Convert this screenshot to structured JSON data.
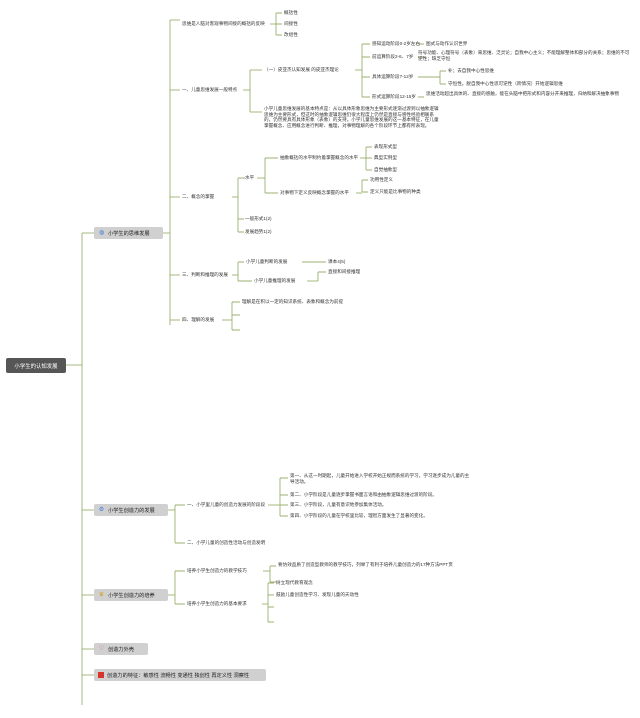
{
  "root": "小学生的认知发展",
  "branch1": {
    "title": "小学生的思维发展",
    "icon": "globe-icon",
    "intro": "思维是人脑对客观事物间接的概括的反映",
    "intro_items": [
      "概括性",
      "间接性",
      "改组性"
    ],
    "sec1": {
      "title": "一、儿童思维发展一般特点",
      "sub1": "（一）皮亚杰认知发展 的皮亚杰理论",
      "stages": [
        {
          "label": "感知运动阶段0-2岁左右",
          "desc": "图式与动作认识世界"
        },
        {
          "label": "前运算阶段2-6、7岁",
          "desc": "符号功能、心理符号（表象）来思维、泛灵论；自我中心主义；不能理解整体和部分的关系；思维的不可逆性；缺乏守恒"
        },
        {
          "label": "具体运算阶段7-12岁",
          "desc": [
            "补；去自我中心性思维",
            "守恒性。脱自我中心性思可逆性（跨情况）开始逻辑思维"
          ]
        },
        {
          "label": "形式运算阶段12-15岁",
          "desc": "思维活动超出具体的、直接的感触，能在头脑中把形式和内容分开来推理，归纳和解决抽象事物"
        }
      ],
      "paragraph": "小学儿童思维发展的基本特点是：从以具体形象思维为主要形式逐渐过渡到以抽象逻辑思维为主要形式，但这时的抽象逻辑思维仍很大程度上仍然是直接与感性经验相联系的，仍然要具有具体形象（表象）的支持。小学儿童思维发展的这一基本特征，在儿童掌握概念、应用概念进行判断、推理，对事物理解的各个阶段环节上都有所表现。"
    },
    "sec2": {
      "title": "二、概念的掌握",
      "level": "水平",
      "abstract": "抽象概括的水平制约着掌握概念的水平",
      "abstract_items": [
        "表现形式型",
        "典型实例型",
        "自觉抽象型"
      ],
      "definition": "对事物下定义反映概念掌握的水平",
      "definition_items": [
        "功用性定义",
        "定义只能是比事物的种类"
      ],
      "forms": [
        "一般形式1(2)",
        "发展趋势1(2)"
      ]
    },
    "sec3": {
      "title": "三、判断和推理的发展",
      "judge": "小学儿童判断的发展",
      "judge_item": "课本4(5)",
      "reason": "小学儿童推理的发展",
      "reason_item": "直接和间接推理"
    },
    "sec4": {
      "title": "四、理解的发展",
      "desc": "理解是在积以一定的知识系统、表象和概念为前提"
    }
  },
  "branch2": {
    "title": "小学生创造力的发展",
    "icon": "gear-icon",
    "sec1": "一、小学里儿童的创造力发展的阶段段",
    "stages": [
      "第一、从这一时期起，儿童开始进入学校开始正规而系统的学习，学习逐步成为儿童的主导活动。",
      "第二、小学阶段是儿童逐步掌握书面言语和由抽象逻辑思维过渡的阶段。",
      "第三、小学阶段，儿童有意识地参加集体活动。",
      "第四、小学阶段的儿童在学校里比较，理智方面发生了显著的变化。"
    ],
    "sec2": "二、小学儿童的创造性活动与创造发明"
  },
  "branch3": {
    "title": "小学生创造力的培养",
    "icon": "trophy-icon",
    "teaching": "培养小学生创造力的教学技巧",
    "teaching_desc": "要仿效品质了创造型教师的教学技巧，列举了有利于培养儿童创造力的17种方法PPT页",
    "basic": "培养小学生创造力的基本要求",
    "basic_items": [
      "树立现代教育观念",
      "鼓励儿童创造性学习、发现儿童的天动性"
    ]
  },
  "branch4": {
    "title": "创造力外壳",
    "icon": "heart-icon"
  },
  "branch5": {
    "title": "创造力的特征：敏感性 流畅性 变通性 独创性 再定义性 洞察性",
    "icon": "flag-icon"
  },
  "colors": {
    "line": "#9ab070",
    "root_bg": "#565656",
    "main_bg": "#d0d0d0"
  }
}
